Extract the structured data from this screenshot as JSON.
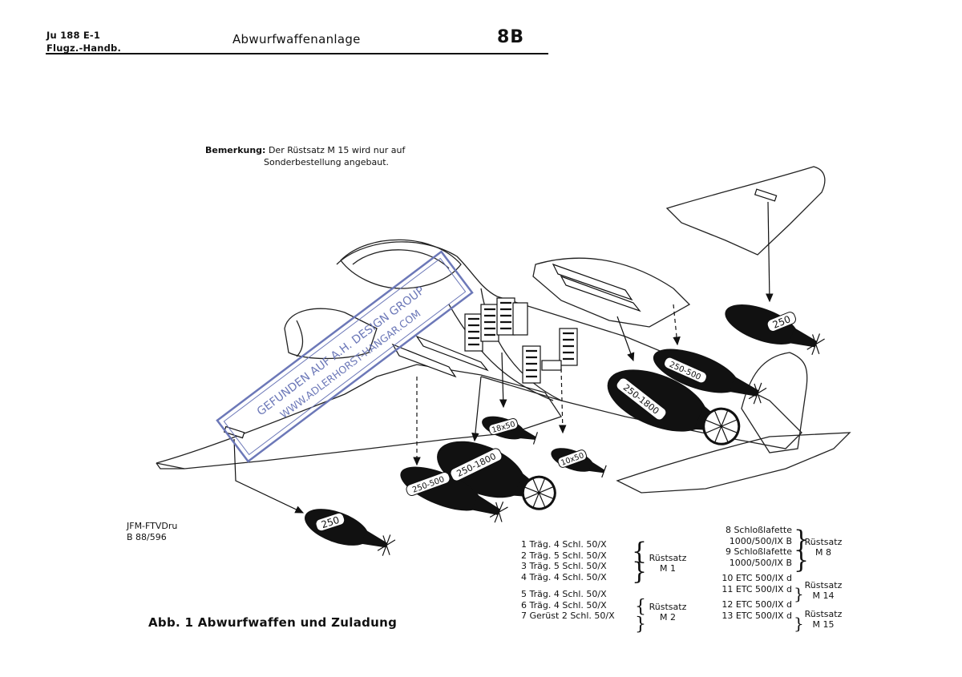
{
  "header": {
    "left_line1": "Ju 188 E-1",
    "left_line2": "Flugz.-Handb.",
    "title": "Abwurfwaffenanlage",
    "page": "8B"
  },
  "note": {
    "label": "Bemerkung:",
    "line1": "Der Rüstsatz M 15 wird nur auf",
    "line2": "Sonderbestellung angebaut."
  },
  "diagram": {
    "bomb_labels": {
      "wing_top": "250",
      "center_top": "250-500",
      "center_big": "250-1800",
      "center_small_a": "18x50",
      "center_small_b": "10x50",
      "front_big": "250-1800",
      "front_left": "250-500",
      "bottom_left": "250"
    },
    "watermark": {
      "line1": "GEFUNDEN AUF A.H. DESIGN GROUP",
      "line2": "WWW.ADLERHORST-HANGAR.COM"
    }
  },
  "printmark": {
    "line1": "JFM-FTVDru",
    "line2": "B 88/596"
  },
  "caption": "Abb. 1   Abwurfwaffen und Zuladung",
  "legend": {
    "left_rows": [
      "1  Träg. 4 Schl. 50/X",
      "2  Träg. 5 Schl. 50/X",
      "3  Träg. 5 Schl. 50/X",
      "4  Träg. 4 Schl. 50/X",
      "5  Träg. 4 Schl. 50/X",
      "6  Träg. 4 Schl. 50/X",
      "7  Gerüst 2 Schl. 50/X"
    ],
    "left_groups": [
      {
        "l1": "Rüstsatz",
        "l2": "M 1"
      },
      {
        "l1": "Rüstsatz",
        "l2": "M 2"
      }
    ],
    "right_rows": [
      "8  Schloßlafette",
      "1000/500/IX B",
      "9  Schloßlafette",
      "1000/500/IX B",
      "10  ETC 500/IX d",
      "11  ETC 500/IX d",
      "12  ETC 500/IX d",
      "13  ETC 500/IX d"
    ],
    "right_groups": [
      {
        "l1": "Rüstsatz",
        "l2": "M 8"
      },
      {
        "l1": "Rüstsatz",
        "l2": "M 14"
      },
      {
        "l1": "Rüstsatz",
        "l2": "M 15"
      }
    ]
  }
}
